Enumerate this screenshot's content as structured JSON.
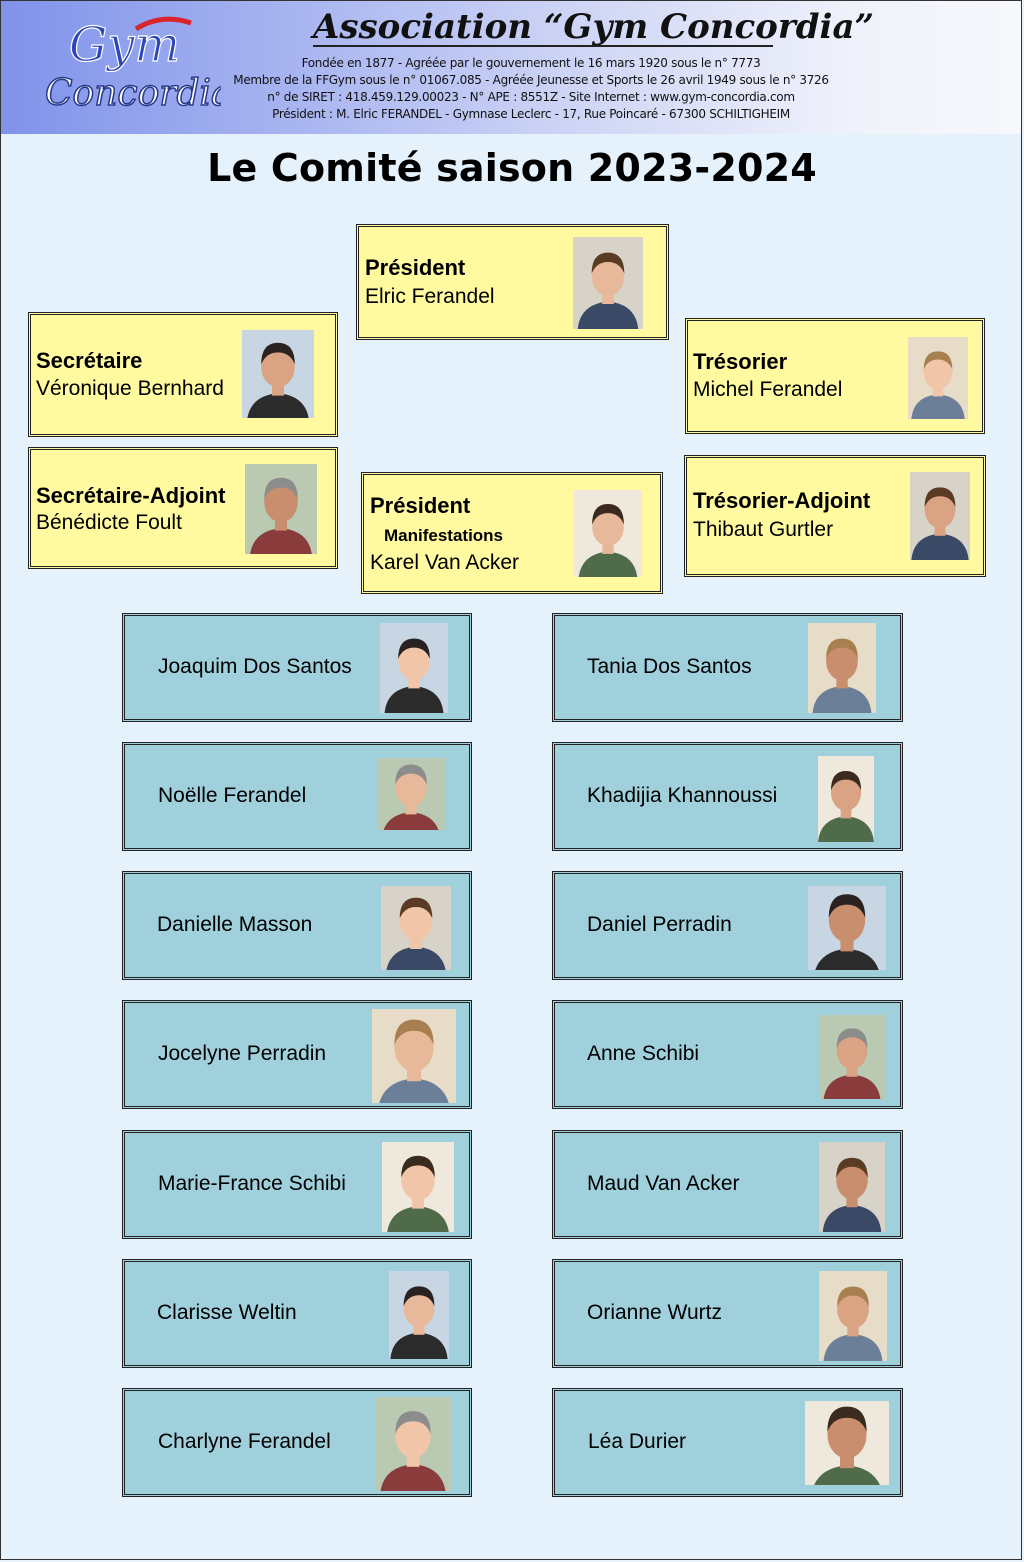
{
  "header": {
    "logo_text_top": "Gym",
    "logo_text_bottom": "Concordia",
    "title": "Association “Gym Concordia”",
    "lines": [
      "Fondée en 1877 - Agréée par le gouvernement le 16 mars 1920 sous le n° 7773",
      "Membre de la FFGym sous le n° 01067.085 - Agréée Jeunesse et Sports le 26 avril 1949 sous le n° 3726",
      "n° de SIRET : 418.459.129.00023 - N° APE : 8551Z - Site Internet : www.gym-concordia.com",
      "Président : M. Elric FERANDEL - Gymnase Leclerc - 17, Rue Poincaré - 67300 SCHILTIGHEIM"
    ]
  },
  "page_title": "Le Comité saison 2023-2024",
  "colors": {
    "officer_card": "#fffaa0",
    "member_card": "#9fd0dc",
    "background": "#e6f2fb"
  },
  "officers": [
    {
      "role": "Président",
      "name": "Elric Ferandel"
    },
    {
      "role": "Secrétaire",
      "name": "Véronique Bernhard"
    },
    {
      "role": "Trésorier",
      "name": "Michel Ferandel"
    },
    {
      "role": "Secrétaire-Adjoint",
      "name": "Bénédicte Foult"
    },
    {
      "role": "Président",
      "subrole": "Manifestations",
      "name": "Karel Van Acker"
    },
    {
      "role": "Trésorier-Adjoint",
      "name": "Thibaut Gurtler"
    }
  ],
  "members": [
    {
      "name": "Joaquim Dos Santos"
    },
    {
      "name": "Tania Dos Santos"
    },
    {
      "name": "Noëlle Ferandel"
    },
    {
      "name": "Khadijia Khannoussi"
    },
    {
      "name": "Danielle Masson"
    },
    {
      "name": "Daniel Perradin"
    },
    {
      "name": "Jocelyne Perradin"
    },
    {
      "name": "Anne Schibi"
    },
    {
      "name": "Marie-France Schibi"
    },
    {
      "name": "Maud Van Acker"
    },
    {
      "name": "Clarisse Weltin"
    },
    {
      "name": "Orianne Wurtz"
    },
    {
      "name": "Charlyne Ferandel"
    },
    {
      "name": "Léa Durier"
    }
  ]
}
